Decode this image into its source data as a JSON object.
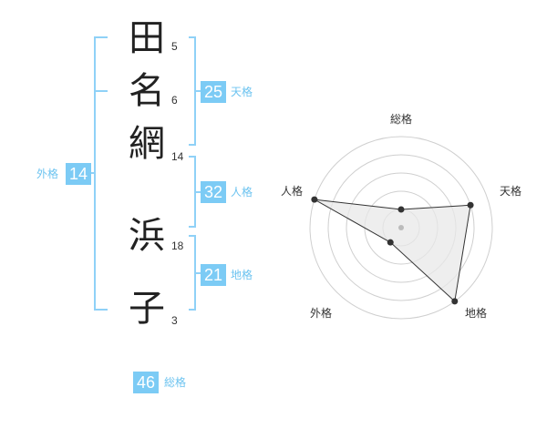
{
  "colors": {
    "accent": "#7ccbf5",
    "bracket": "#8fd1f7",
    "label_text": "#6cc3f0",
    "kanji_text": "#222222",
    "radar_fill": "#e8e8e8",
    "radar_line": "#333333",
    "grid": "#cfcfcf"
  },
  "name": {
    "characters": [
      {
        "char": "田",
        "strokes": "5"
      },
      {
        "char": "名",
        "strokes": "6"
      },
      {
        "char": "網",
        "strokes": "14"
      },
      {
        "char": "浜",
        "strokes": "18"
      },
      {
        "char": "子",
        "strokes": "3"
      }
    ]
  },
  "fortune": {
    "tenkaku": {
      "value": "25",
      "label": "天格"
    },
    "jinkaku": {
      "value": "32",
      "label": "人格"
    },
    "chikaku": {
      "value": "21",
      "label": "地格"
    },
    "gaikaku": {
      "value": "14",
      "label": "外格"
    },
    "soukaku": {
      "value": "46",
      "label": "総格"
    }
  },
  "chart_data": {
    "type": "radar",
    "axes": [
      "総格",
      "天格",
      "地格",
      "外格",
      "人格"
    ],
    "levels": 5,
    "max": 5,
    "values": [
      1,
      4,
      5,
      1,
      5
    ]
  }
}
